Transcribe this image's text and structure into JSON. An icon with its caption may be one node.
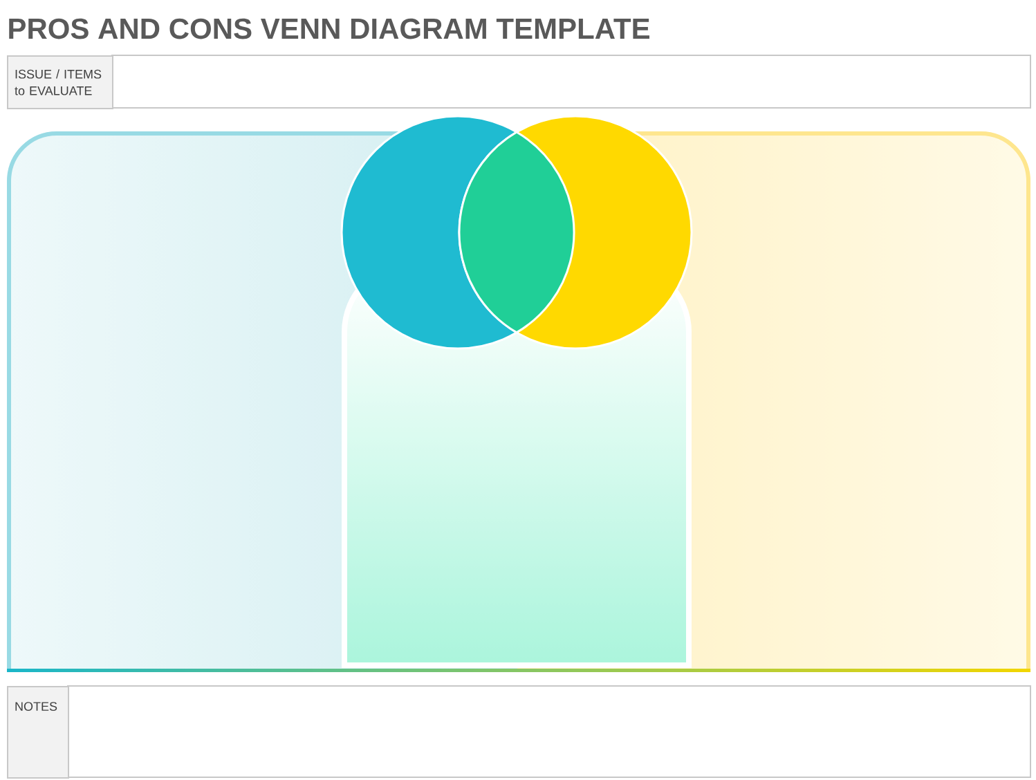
{
  "diagram": {
    "title": "PROS AND CONS VENN DIAGRAM TEMPLATE",
    "nodes": [
      {
        "text": [
          "ISSUE / ITEMS to EVALUATE"
        ]
      },
      {
        "text": [],
        "shape": "picture"
      },
      {
        "text": [
          "NOTES"
        ]
      }
    ]
  }
}
